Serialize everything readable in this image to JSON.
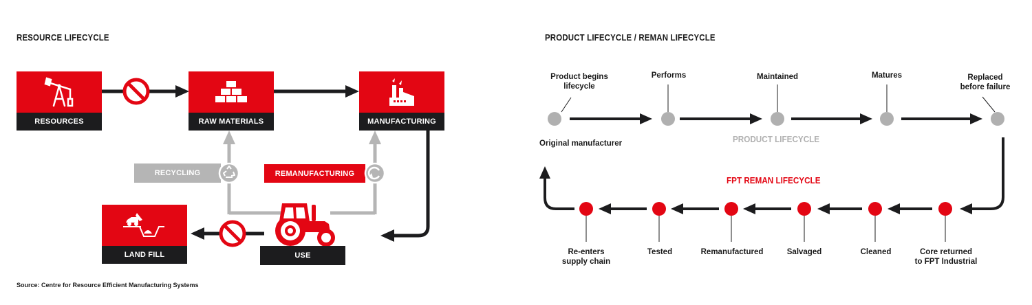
{
  "left": {
    "title": "RESOURCE LIFECYCLE",
    "boxes": {
      "resources": "RESOURCES",
      "raw_materials": "RAW MATERIALS",
      "manufacturing": "MANUFACTURING",
      "land_fill": "LAND FILL",
      "use": "USE"
    },
    "bars": {
      "recycling": "RECYCLING",
      "remanufacturing": "REMANUFACTURING"
    },
    "icons": {
      "resources": "oil-pump-icon",
      "raw_materials": "bricks-icon",
      "manufacturing": "factory-icon",
      "land_fill": "dump-truck-icon",
      "use": "tractor-icon",
      "recycling": "recycle-icon",
      "remanufacturing": "refresh-cycle-icon",
      "blocked": "prohibited-icon"
    },
    "source": "Source: Centre for Resource Efficient Manufacturing Systems"
  },
  "right": {
    "title": "PRODUCT LIFECYCLE / REMAN LIFECYCLE",
    "product_lifecycle_label": "PRODUCT LIFECYCLE",
    "reman_lifecycle_label": "FPT REMAN LIFECYCLE",
    "original_manufacturer": "Original manufacturer",
    "product_nodes": [
      {
        "label": "Product begins\nlifecycle"
      },
      {
        "label": "Performs"
      },
      {
        "label": "Maintained"
      },
      {
        "label": "Matures"
      },
      {
        "label": "Replaced\nbefore failure"
      }
    ],
    "reman_nodes": [
      {
        "label": "Re-enters\nsupply chain"
      },
      {
        "label": "Tested"
      },
      {
        "label": "Remanufactured"
      },
      {
        "label": "Salvaged"
      },
      {
        "label": "Cleaned"
      },
      {
        "label": "Core returned\nto FPT Industrial"
      }
    ]
  },
  "colors": {
    "red": "#e30613",
    "dark": "#1c1c1e",
    "grey": "#b5b5b5",
    "node_grey": "#b0b0b0"
  }
}
